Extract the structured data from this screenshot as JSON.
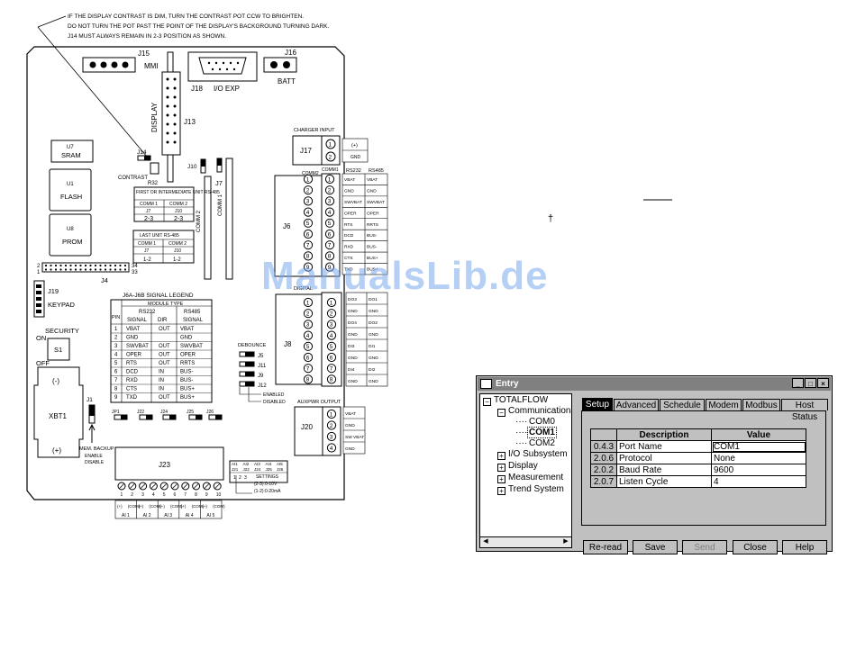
{
  "notes": [
    "IF THE DISPLAY CONTRAST IS DIM, TURN THE CONTRAST POT CCW TO BRIGHTEN.",
    "DO NOT TURN THE POT PAST THE POINT OF THE DISPLAY'S BACKGROUND TURNING DARK.",
    "J14 MUST ALWAYS REMAIN IN 2-3 POSITION AS SHOWN."
  ],
  "connectors": {
    "j15": "J15",
    "mmi": "MMI",
    "j18": "J18",
    "io_exp": "I/O EXP",
    "j16": "J16",
    "batt": "BATT",
    "j13": "J13",
    "display": "DISPLAY",
    "j14": "J14",
    "contrast": "CONTRAST",
    "r32": "R32",
    "j10": "J10",
    "j7": "J7",
    "comm2": "COMM 2",
    "comm1": "COMM 1",
    "j4": "J4",
    "j19": "J19",
    "keypad": "KEYPAD",
    "j17": "J17",
    "charger_input": "CHARGER INPUT",
    "j6": "J6",
    "j8": "J8",
    "j20": "J20",
    "j23": "J23",
    "j1": "J1",
    "s1": "S1",
    "security": "SECURITY",
    "on": "ON",
    "off": "OFF",
    "xbt1": "XBT1",
    "minus": "(-)",
    "plus": "(+)",
    "u7": "U7",
    "sram": "SRAM",
    "u1": "U1",
    "flash": "FLASH",
    "u8": "U8",
    "prom": "PROM",
    "pin2": "2",
    "pin1": "1",
    "pin34": "34",
    "pin33": "33",
    "mem_backup": "MEM. BACKUP",
    "enable": "ENABLE",
    "disable": "DISABLE",
    "debounce": "DEBOUNCE",
    "enabled": "ENABLED",
    "disabled": "DISABLED",
    "j5": "J5",
    "j11": "J11",
    "j9": "J9",
    "j12": "J12",
    "auxpwr_output": "AUXPWR OUTPUT",
    "digital": "DIGITAL",
    "rs232": "RS232",
    "rs485": "RS485",
    "comm2_hdr": "COMM2",
    "comm1_hdr": "COMM1"
  },
  "jumper_tables": {
    "first": {
      "title": "FIRST OR INTERMEDIATE UNIT RS-485",
      "cols": [
        "COMM 1",
        "COMM 2"
      ],
      "jumpers": [
        "J7",
        "J10"
      ],
      "positions": [
        "2-3",
        "2-3"
      ]
    },
    "last": {
      "title": "LAST UNIT RS-485",
      "cols": [
        "COMM 1",
        "COMM 2"
      ],
      "jumpers": [
        "J7",
        "J10"
      ],
      "positions": [
        "1-2",
        "1-2"
      ]
    }
  },
  "charger_pins": [
    "(+)",
    "GND"
  ],
  "comm_rs232": [
    "VBAT",
    "GND",
    "SWVBAT",
    "OPER",
    "RTS",
    "DCD",
    "RXD",
    "CTS",
    "TXD"
  ],
  "comm_rs485": [
    "VBAT",
    "GND",
    "SWVBAT",
    "OPER",
    "RRTS",
    "BUS-",
    "BUS-",
    "BUS+",
    "BUS+"
  ],
  "digital_left": [
    "DO3",
    "GND",
    "DO4",
    "GND",
    "DI3",
    "GND",
    "DI4",
    "GND"
  ],
  "digital_right": [
    "DO1",
    "GND",
    "DO2",
    "GND",
    "DI1",
    "GND",
    "DI2",
    "GND"
  ],
  "aux_pins": [
    "VBAT",
    "GND",
    "SW VBAT",
    "GND"
  ],
  "legend": {
    "title": "J6A-J6B SIGNAL LEGEND",
    "module_type": "MODULE TYPE",
    "pin": "PIN",
    "rs232": "RS232",
    "rs485": "RS485",
    "signal": "SIGNAL",
    "dir": "DIR",
    "rows": [
      [
        "1",
        "VBAT",
        "OUT",
        "VBAT"
      ],
      [
        "2",
        "GND",
        "",
        "GND"
      ],
      [
        "3",
        "SWVBAT",
        "OUT",
        "SWVBAT"
      ],
      [
        "4",
        "OPER",
        "OUT",
        "OPER"
      ],
      [
        "5",
        "RTS",
        "OUT",
        "RRTS"
      ],
      [
        "6",
        "DCD",
        "IN",
        "BUS-"
      ],
      [
        "7",
        "RXD",
        "IN",
        "BUS-"
      ],
      [
        "8",
        "CTS",
        "IN",
        "BUS+"
      ],
      [
        "9",
        "TXD",
        "OUT",
        "BUS+"
      ]
    ]
  },
  "ai_jumpers": [
    "JP1",
    "J22",
    "J24",
    "J25",
    "J26"
  ],
  "ai_settings_cols": [
    "AI1",
    "AI2",
    "AI3",
    "AI4",
    "AI5"
  ],
  "ai_settings_jumpers": [
    "J21",
    "J22",
    "J24",
    "J25",
    "J26"
  ],
  "settings": {
    "title": "SETTINGS",
    "opt1": "(2-3):0-10V",
    "opt2": "(1-2):0-20mA"
  },
  "j23_terminals": [
    "(+)",
    "(COM)",
    "(+)",
    "(COM)",
    "(+)",
    "(COM)",
    "(+)",
    "(COM)",
    "(+)",
    "(COM)"
  ],
  "ai_labels": [
    "AI 1",
    "AI 2",
    "AI 3",
    "AI 4",
    "AI 5"
  ],
  "watermark": "ManualsLib.de",
  "dagger": "†",
  "entry": {
    "title": "Entry",
    "window_buttons": [
      "_",
      "□",
      "×"
    ],
    "tree": {
      "root": "TOTALFLOW",
      "communications": "Communications",
      "com0": "COM0",
      "com1": "COM1",
      "com2": "COM2",
      "io": "I/O Subsystem",
      "display": "Display",
      "measurement": "Measurement",
      "trend": "Trend System"
    },
    "tabs": [
      "Setup",
      "Advanced",
      "Schedule",
      "Modem",
      "Modbus",
      "Host Status"
    ],
    "grid": {
      "headers": [
        "Description",
        "Value"
      ],
      "rows": [
        {
          "num": "0.4.3",
          "desc": "Port Name",
          "value": "COM1"
        },
        {
          "num": "2.0.6",
          "desc": "Protocol",
          "value": "None"
        },
        {
          "num": "2.0.2",
          "desc": "Baud Rate",
          "value": "9600"
        },
        {
          "num": "2.0.7",
          "desc": "Listen Cycle",
          "value": "4"
        }
      ]
    },
    "buttons": {
      "reread": "Re-read",
      "save": "Save",
      "send": "Send",
      "close": "Close",
      "help": "Help"
    }
  }
}
